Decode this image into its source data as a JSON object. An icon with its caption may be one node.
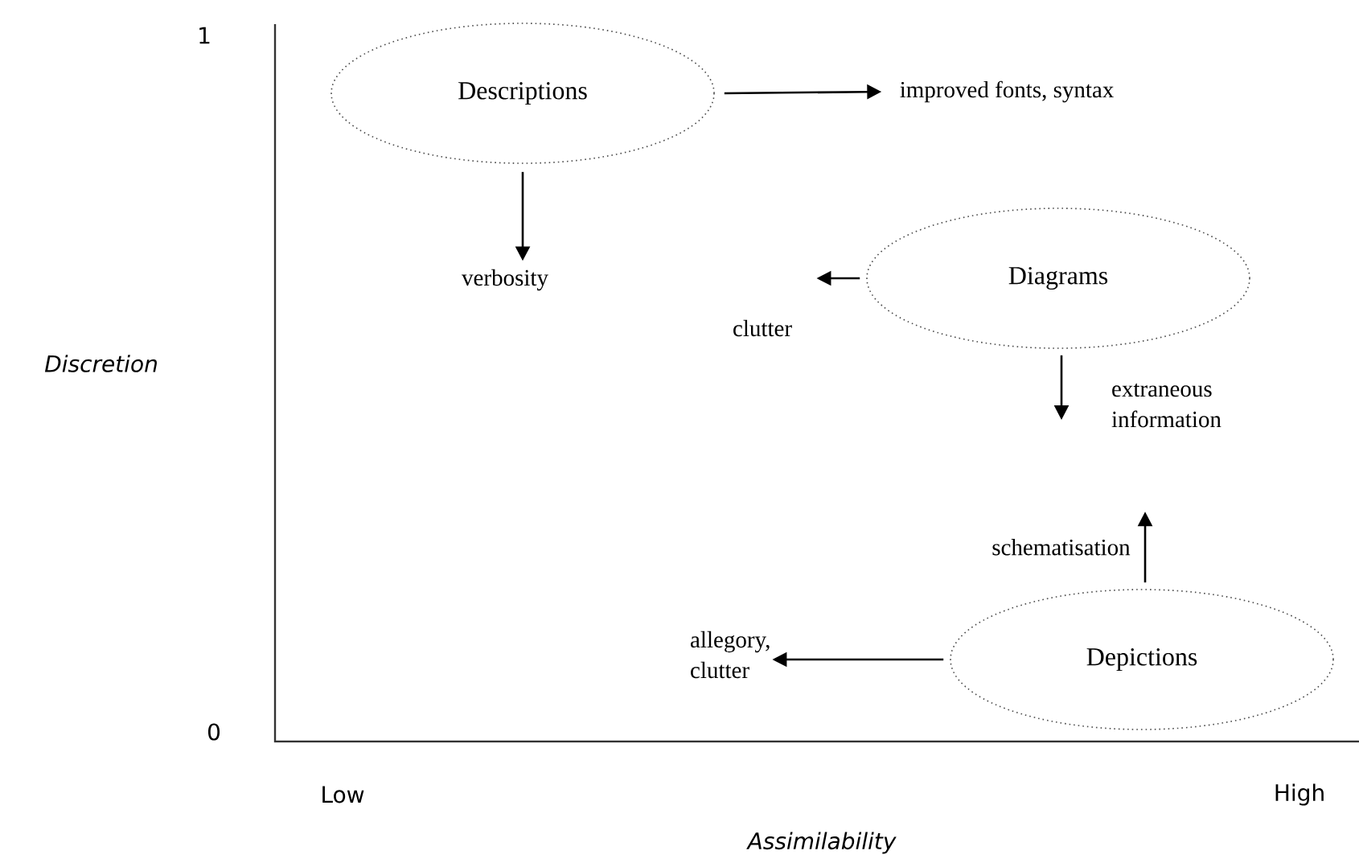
{
  "diagram": {
    "nodes": [
      {
        "text": [
          "Descriptions"
        ]
      },
      {
        "text": [
          "improved fonts, syntax"
        ]
      },
      {
        "text": [
          "verbosity"
        ]
      },
      {
        "text": [
          "Diagrams"
        ]
      },
      {
        "text": [
          "clutter"
        ]
      },
      {
        "text": [
          "extraneous information"
        ]
      },
      {
        "text": [
          "Depictions"
        ]
      },
      {
        "text": [
          "allegory, clutter"
        ]
      }
    ],
    "edges": [
      {
        "from": 0,
        "to": 1,
        "arrow": "to"
      },
      {
        "from": 0,
        "to": 2,
        "arrow": "to"
      },
      {
        "from": 3,
        "to": 4,
        "arrow": "to"
      },
      {
        "from": 3,
        "to": 5,
        "arrow": "to"
      },
      {
        "from": 6,
        "to": null,
        "arrow": "to",
        "label": "schematisation"
      },
      {
        "from": 6,
        "to": 7,
        "arrow": "to"
      }
    ],
    "labels": [
      "1",
      "0",
      "Discretion",
      "Low",
      "High",
      "Assimilability"
    ]
  }
}
